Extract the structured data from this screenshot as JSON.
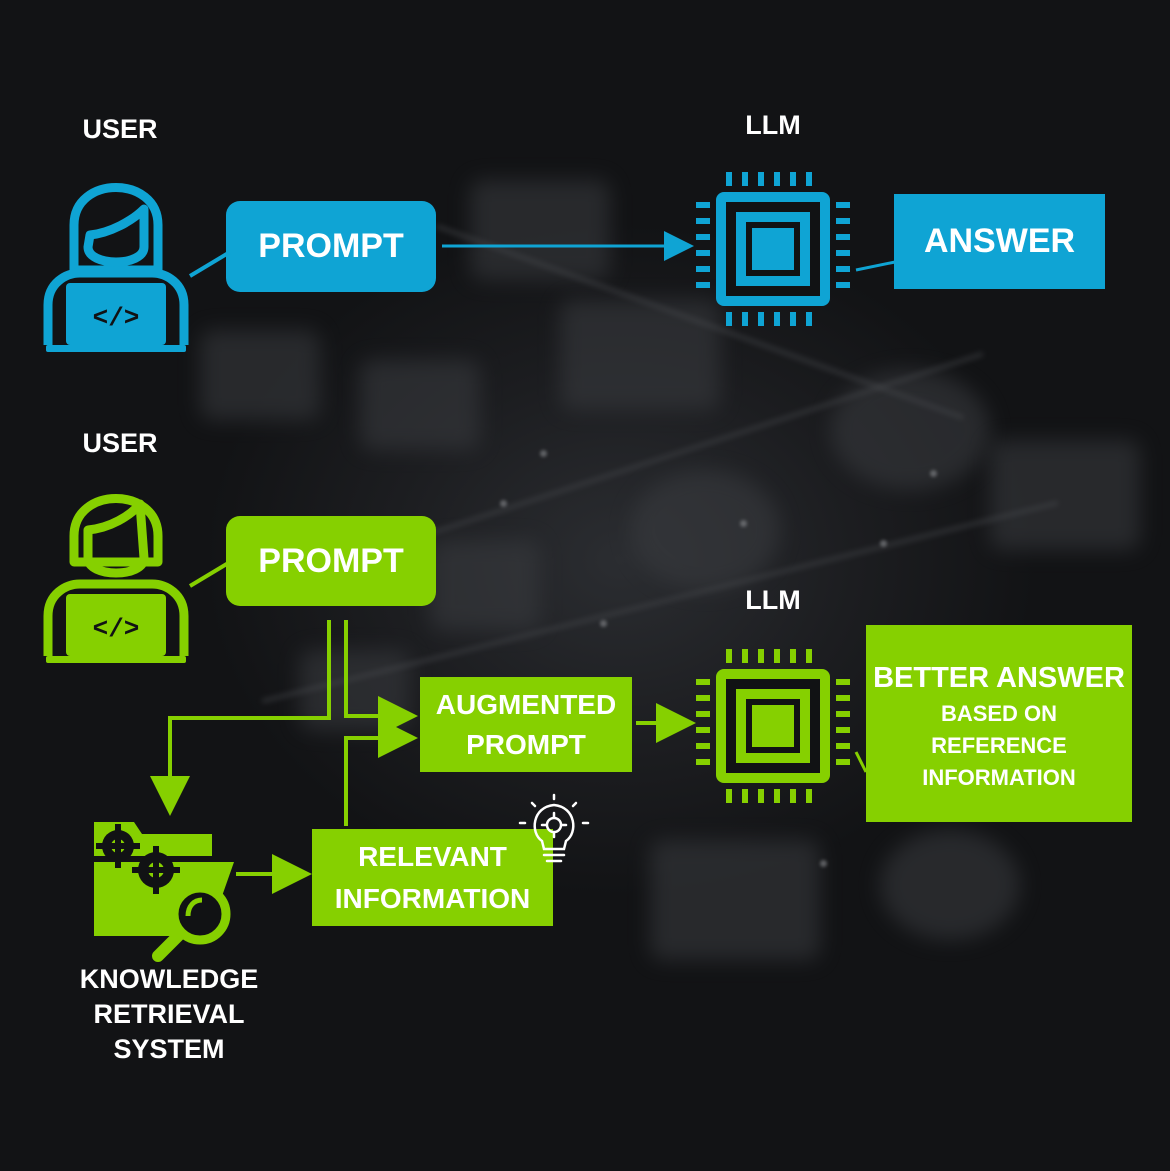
{
  "colors": {
    "blue": "#0fa4d4",
    "green": "#86d000",
    "background": "#111214",
    "text": "#ffffff"
  },
  "top_flow": {
    "user_label": "USER",
    "prompt_label": "PROMPT",
    "llm_label": "LLM",
    "answer_label": "ANSWER"
  },
  "bottom_flow": {
    "user_label": "USER",
    "prompt_label": "PROMPT",
    "llm_label": "LLM",
    "augmented_prompt_line1": "AUGMENTED",
    "augmented_prompt_line2": "PROMPT",
    "relevant_info_line1": "RELEVANT",
    "relevant_info_line2": "INFORMATION",
    "better_answer_title": "BETTER ANSWER",
    "better_answer_line1": "BASED ON",
    "better_answer_line2": "REFERENCE",
    "better_answer_line3": "INFORMATION",
    "knowledge_line1": "KNOWLEDGE",
    "knowledge_line2": "RETRIEVAL",
    "knowledge_line3": "SYSTEM"
  },
  "icons": {
    "user": "user-at-laptop-icon",
    "llm": "chip-icon",
    "knowledge": "folder-gears-magnifier-icon",
    "idea": "lightbulb-gear-icon",
    "code": "code-brackets-icon"
  }
}
